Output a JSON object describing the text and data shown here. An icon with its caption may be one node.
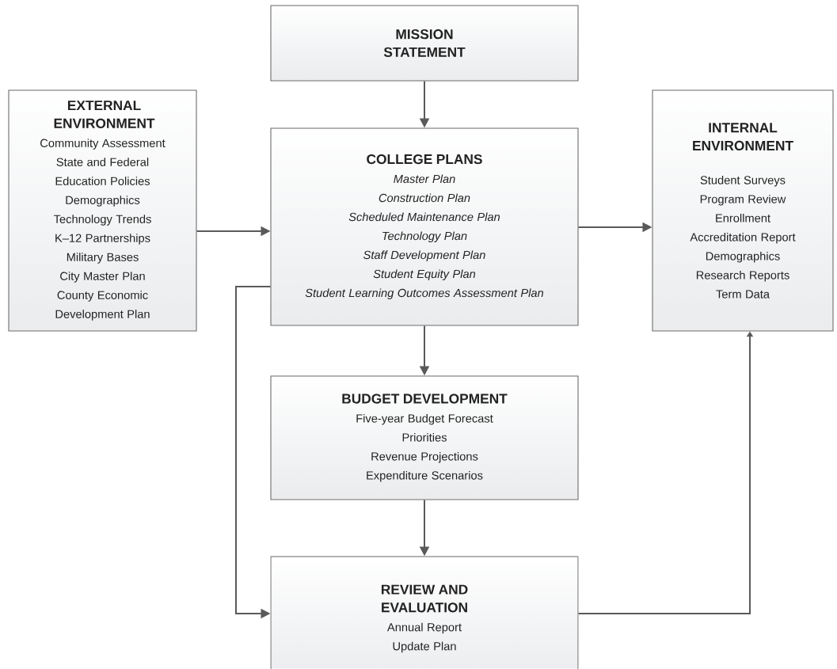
{
  "diagram": {
    "nodes": [
      {
        "text": [
          "MISSION STATEMENT"
        ]
      },
      {
        "text": [
          "EXTERNAL ENVIRONMENT",
          "Community Assessment",
          "State and Federal Education Policies",
          "Demographics",
          "Technology Trends",
          "K–12 Partnerships",
          "Military Bases",
          "City Master Plan",
          "County Economic Development Plan"
        ]
      },
      {
        "text": [
          "COLLEGE PLANS",
          "Master Plan",
          "Construction Plan",
          "Scheduled Maintenance Plan",
          "Technology Plan",
          "Staff Development Plan",
          "Student Equity Plan",
          "Student Learning Outcomes Assessment Plan"
        ]
      },
      {
        "text": [
          "INTERNAL ENVIRONMENT",
          "Student Surveys",
          "Program Review",
          "Enrollment",
          "Accreditation Report",
          "Demographics",
          "Research Reports",
          "Term Data"
        ]
      },
      {
        "text": [
          "BUDGET DEVELOPMENT",
          "Five-year Budget Forecast",
          "Priorities",
          "Revenue Projections",
          "Expenditure Scenarios"
        ]
      },
      {
        "text": [
          "REVIEW AND EVALUATION",
          "Annual Report",
          "Update Plan"
        ]
      }
    ],
    "edges": [
      {
        "from": 0,
        "to": 2,
        "arrow": "to"
      },
      {
        "from": 1,
        "to": 2,
        "arrow": "to"
      },
      {
        "from": 2,
        "to": 3,
        "arrow": "to"
      },
      {
        "from": 2,
        "to": 4,
        "arrow": "to"
      },
      {
        "from": 4,
        "to": 5,
        "arrow": "to"
      },
      {
        "from": 2,
        "to": 5,
        "arrow": "to"
      },
      {
        "from": 5,
        "to": 3,
        "arrow": "to"
      }
    ]
  }
}
